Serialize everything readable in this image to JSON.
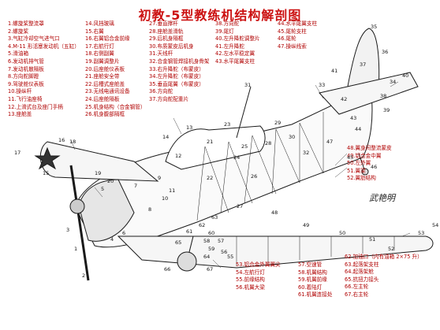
{
  "title": "初教-5型教练机结构解剖图",
  "signature": "武艳明",
  "legend": {
    "col1": [
      "1.螺旋桨整流罩",
      "2.螺旋桨",
      "3.气缸冷却空气进气口",
      "4.M-11 形活塞发动机（五缸）",
      "5.滑油箱",
      "6.发动机排气管",
      "7.发动机散隔板",
      "8.方向舵脚蹬",
      "9.驾驶舱仪表板",
      "10.操纵杆",
      "11.飞行油座椅",
      "12.上滑式台及座门手柄",
      "13.座舱盖"
    ],
    "col2": [
      "14.风挡玻璃",
      "15.右翼",
      "16.右翼铝合金前缘",
      "17.右航行灯",
      "18.右侧副翼",
      "19.副翼调整片",
      "20.后座舱仪表板",
      "21.座舱安全带",
      "22.后槽式座舱盖",
      "23.无线电通讯设备",
      "24.后座舱隔板",
      "25.机身结构（合金钢管）",
      "26.机身腹部隔框"
    ],
    "col3": [
      "27.垂直撑杆",
      "28.座舱盖滑轨",
      "29.后机身隔框",
      "30.布质蒙皮后机身",
      "31.天线杆",
      "32.合金钢管焊接机身骨架",
      "33.右升降舵（布蒙皮）",
      "34.左升降舵（布蒙皮）",
      "35.垂直尾翼（布蒙皮）",
      "36.方向舵",
      "37.方向舵配重片"
    ],
    "col4": [
      "38.方向舵",
      "39.尾灯",
      "40.左升降舵调整片",
      "41.左升降舵",
      "42.左水平稳定翼",
      "43.水平尾翼支柱"
    ],
    "col5": [
      "44.水平尾翼支柱",
      "45.尾轮支柱",
      "46.尾轮",
      "47.操纵线索"
    ],
    "col6": [
      "48.翼身间整流蒙皮",
      "49.铝合金中翼",
      "50.左外翼",
      "51.翼梁",
      "52.翼肋结构"
    ],
    "col7": [
      "53.铝合金外翼翼尖",
      "54.左航行灯",
      "55.前缘结构",
      "56.机翼大梁"
    ],
    "col8": [
      "57.空速管",
      "58.机翼结构",
      "59.机翼前缘",
      "60.着陆灯",
      "61.机翼连接处"
    ],
    "col9": [
      "62.加油口（内有油箱 2×75 升）",
      "63.起落架支柱",
      "64.起落架舱",
      "65.抗扭力接头",
      "66.左主轮",
      "67.右主轮"
    ]
  },
  "callouts": [
    "1",
    "2",
    "3",
    "4",
    "5",
    "6",
    "7",
    "8",
    "9",
    "10",
    "11",
    "12",
    "13",
    "14",
    "15",
    "16",
    "17",
    "18",
    "19",
    "20",
    "21",
    "22",
    "23",
    "24",
    "25",
    "26",
    "27",
    "28",
    "29",
    "30",
    "31",
    "32",
    "33",
    "34",
    "35",
    "36",
    "37",
    "38",
    "39",
    "40",
    "41",
    "42",
    "43",
    "44",
    "45",
    "46",
    "47",
    "48",
    "49",
    "50",
    "51",
    "52",
    "53",
    "54",
    "55",
    "56",
    "57",
    "58",
    "59",
    "60",
    "61",
    "62",
    "63",
    "64",
    "65",
    "66",
    "67"
  ]
}
